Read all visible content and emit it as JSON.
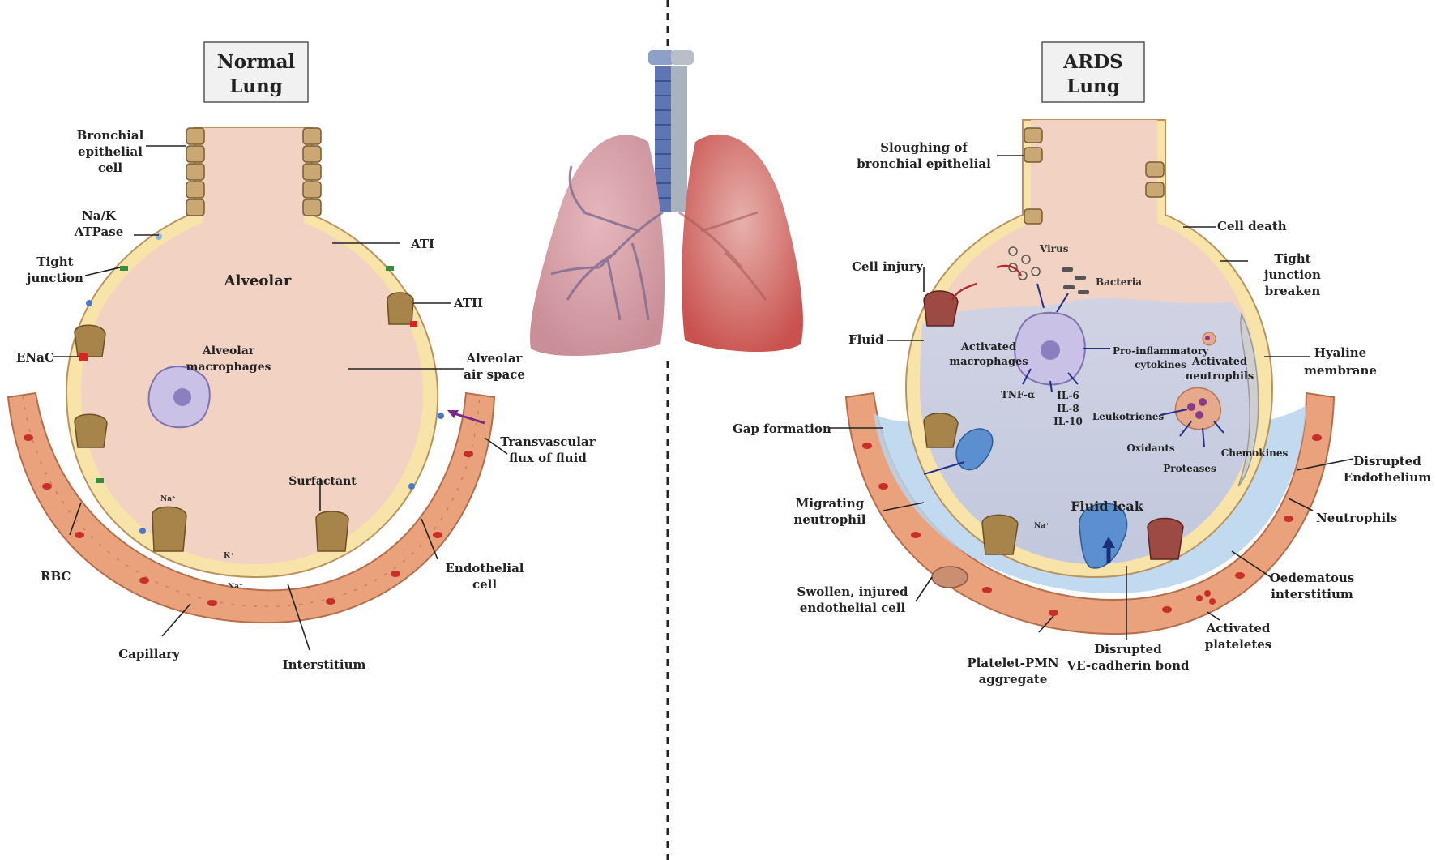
{
  "titles": {
    "normal_line1": "Normal",
    "normal_line2": "Lung",
    "ards_line1": "ARDS",
    "ards_line2": "Lung"
  },
  "normal_labels": {
    "bronchial_1": "Bronchial",
    "bronchial_2": "epithelial",
    "bronchial_3": "cell",
    "nak_1": "Na/K",
    "nak_2": "ATPase",
    "tight_1": "Tight",
    "tight_2": "junction",
    "enac": "ENaC",
    "alveolar": "Alveolar",
    "macrophages_1": "Alveolar",
    "macrophages_2": "macrophages",
    "ati": "ATI",
    "atii": "ATII",
    "airspace_1": "Alveolar",
    "airspace_2": "air space",
    "transvascular_1": "Transvascular",
    "transvascular_2": "flux of fluid",
    "surfactant": "Surfactant",
    "na_ion": "Na⁺",
    "k_ion": "K⁺",
    "na_ion2": "Na⁺",
    "rbc": "RBC",
    "endothelial_1": "Endothelial",
    "endothelial_2": "cell",
    "capillary": "Capillary",
    "interstitium": "Interstitium"
  },
  "ards_labels": {
    "sloughing_1": "Sloughing of",
    "sloughing_2": "bronchial epithelial",
    "cell_death": "Cell death",
    "tight_1": "Tight",
    "tight_2": "junction",
    "tight_3": "breaken",
    "virus": "Virus",
    "bacteria": "Bacteria",
    "cell_injury": "Cell injury",
    "fluid": "Fluid",
    "activated_mac_1": "Activated",
    "activated_mac_2": "macrophages",
    "proinflam_1": "Pro-inflammatory",
    "proinflam_2": "cytokines",
    "activated_neu_1": "Activated",
    "activated_neu_2": "neutrophils",
    "hyaline_1": "Hyaline",
    "hyaline_2": "membrane",
    "tnf": "TNF-α",
    "il6": "IL-6",
    "il8": "IL-8",
    "il10": "IL-10",
    "leukotrienes": "Leukotrienes",
    "oxidants": "Oxidants",
    "chemokines": "Chemokines",
    "proteases": "Proteases",
    "gap_formation": "Gap formation",
    "disrupted_endo_1": "Disrupted",
    "disrupted_endo_2": "Endothelium",
    "migrating_1": "Migrating",
    "migrating_2": "neutrophil",
    "fluid_leak": "Fluid leak",
    "neutrophils": "Neutrophils",
    "na_ion": "Na⁺",
    "swollen_1": "Swollen, injured",
    "swollen_2": "endothelial cell",
    "oedematous_1": "Oedematous",
    "oedematous_2": "interstitium",
    "activated_plt_1": "Activated",
    "activated_plt_2": "plateletes",
    "disrupted_ve_1": "Disrupted",
    "disrupted_ve_2": "VE-cadherin bond",
    "platelet_1": "Platelet-PMN",
    "platelet_2": "aggregate"
  },
  "colors": {
    "alveolar_fill": "#f2d2c2",
    "epithelium": "#f8e3a8",
    "capillary": "#e9a27c",
    "rbc": "#c7302a",
    "fluid": "#c9d6e8",
    "edema_blue": "#b7d3ec",
    "cell_brown": "#a6844a",
    "macrophage": "#c9c2e6",
    "divider": "#222222"
  }
}
